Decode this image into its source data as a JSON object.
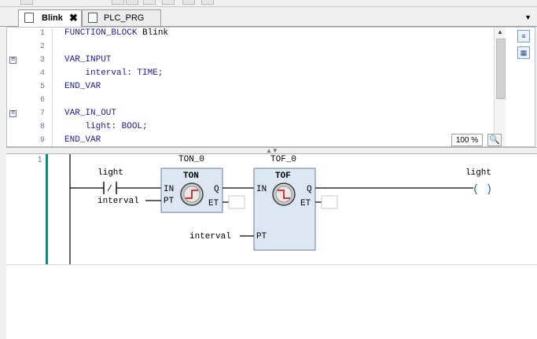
{
  "tabs": [
    {
      "label": "Blink",
      "active": true,
      "close": "✖",
      "icon": "function-block-icon"
    },
    {
      "label": "PLC_PRG",
      "active": false,
      "icon": "program-icon"
    }
  ],
  "tab_menu_arrow": "▼",
  "declaration": {
    "lines": [
      {
        "num": "1",
        "kw": "FUNCTION_BLOCK",
        "rest": " Blink",
        "fold": ""
      },
      {
        "num": "2",
        "kw": "",
        "rest": "",
        "fold": ""
      },
      {
        "num": "3",
        "kw": "VAR_INPUT",
        "rest": "",
        "fold": "⊟"
      },
      {
        "num": "4",
        "kw": "",
        "rest": "    interval: TIME;",
        "fold": ""
      },
      {
        "num": "5",
        "kw": "END_VAR",
        "rest": "",
        "fold": ""
      },
      {
        "num": "6",
        "kw": "",
        "rest": "",
        "fold": ""
      },
      {
        "num": "7",
        "kw": "VAR_IN_OUT",
        "rest": "",
        "fold": "⊟"
      },
      {
        "num": "8",
        "kw": "",
        "rest": "    light: BOOL;",
        "fold": ""
      },
      {
        "num": "9",
        "kw": "END_VAR",
        "rest": "",
        "fold": ""
      }
    ],
    "zoom": "100 %"
  },
  "ladder": {
    "network_number": "1",
    "contact_var": "light",
    "contact_symbol": "/",
    "ton": {
      "instance": "TON_0",
      "type": "TON",
      "in": "IN",
      "pt": "PT",
      "q": "Q",
      "et": "ET",
      "pt_var": "interval"
    },
    "tof": {
      "instance": "TOF_0",
      "type": "TOF",
      "in": "IN",
      "pt": "PT",
      "q": "Q",
      "et": "ET",
      "pt_var": "interval"
    },
    "coil_var": "light",
    "coil_symbol": "( )"
  }
}
